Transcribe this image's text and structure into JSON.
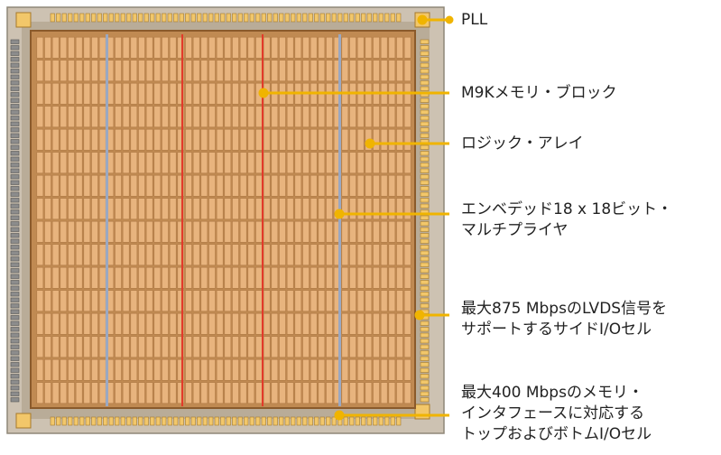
{
  "colors": {
    "block": "#e8b47e",
    "block_border": "#b07a45",
    "core_bg": "#c08a52",
    "chip_bg": "#cfc3b0",
    "io_pad": "#f2c76a",
    "callout": "#f0b400",
    "mem_column": "#e23a2a",
    "dsp_column": "#9aa8c2",
    "text": "#222222"
  },
  "labels": {
    "pll": "PLL",
    "m9k": "M9Kメモリ・ブロック",
    "logic": "ロジック・アレイ",
    "multiplier": "エンベデッド18 x 18ビット・\nマルチプライヤ",
    "side_io": "最大875 MbpsのLVDS信号を\nサポートするサイドI/Oセル",
    "top_bottom_io": "最大400 Mbpsのメモリ・\nインタフェースに対応する\nトップおよびボトムI/Oセル"
  }
}
